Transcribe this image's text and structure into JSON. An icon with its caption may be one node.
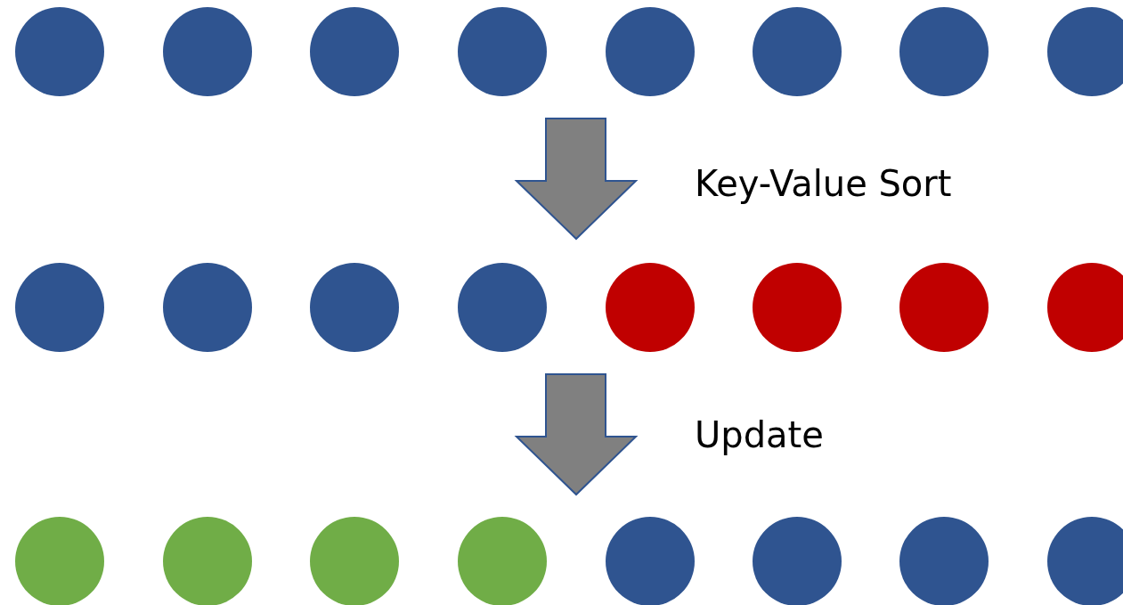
{
  "diagram": {
    "nodes": [
      {
        "text": [],
        "shape": "circle"
      },
      {
        "text": [],
        "shape": "circle"
      },
      {
        "text": [],
        "shape": "circle"
      },
      {
        "text": [],
        "shape": "circle"
      },
      {
        "text": [],
        "shape": "circle"
      },
      {
        "text": [],
        "shape": "circle"
      },
      {
        "text": [],
        "shape": "circle"
      },
      {
        "text": [],
        "shape": "circle"
      },
      {
        "text": [],
        "shape": "circle"
      },
      {
        "text": [],
        "shape": "circle"
      },
      {
        "text": [],
        "shape": "circle"
      },
      {
        "text": [],
        "shape": "circle"
      },
      {
        "text": [],
        "shape": "circle"
      },
      {
        "text": [],
        "shape": "circle"
      },
      {
        "text": [],
        "shape": "circle"
      },
      {
        "text": [],
        "shape": "circle"
      },
      {
        "text": [],
        "shape": "circle"
      },
      {
        "text": [],
        "shape": "circle"
      },
      {
        "text": [],
        "shape": "circle"
      },
      {
        "text": [],
        "shape": "circle"
      },
      {
        "text": [],
        "shape": "circle"
      },
      {
        "text": [],
        "shape": "circle"
      },
      {
        "text": [],
        "shape": "circle"
      },
      {
        "text": [],
        "shape": "circle"
      }
    ],
    "labels": [
      "Key-Value Sort",
      "Update"
    ]
  }
}
